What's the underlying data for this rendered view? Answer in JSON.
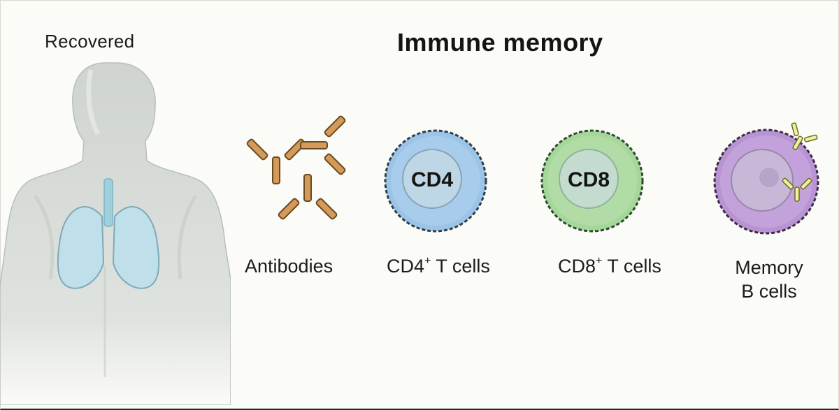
{
  "heading": "Immune memory",
  "patient_label": "Recovered",
  "items": [
    {
      "label_pre": "Antibodies",
      "label_sup": "",
      "label_post": "",
      "icon": "antibody-icon",
      "color": "#d39a58"
    },
    {
      "label_pre": "CD4",
      "label_sup": "+",
      "label_post": " T cells",
      "nucleus_text": "CD4",
      "icon": "cd4-t-cell-icon",
      "color": "#9cc4e6"
    },
    {
      "label_pre": "CD8",
      "label_sup": "+",
      "label_post": " T cells",
      "nucleus_text": "CD8",
      "icon": "cd8-t-cell-icon",
      "color": "#a6d79a"
    },
    {
      "label_line1": "Memory",
      "label_line2": "B cells",
      "icon": "memory-b-cell-icon",
      "color": "#b894d2"
    }
  ],
  "colors": {
    "body_skin": "#d7dcd7",
    "lungs": "#bfe0ea",
    "antibody": "#d39a58",
    "cd4": "#9cc4e6",
    "cd8": "#a6d79a",
    "memory_b": "#b894d2",
    "b_cell_receptor": "#eef09a"
  }
}
